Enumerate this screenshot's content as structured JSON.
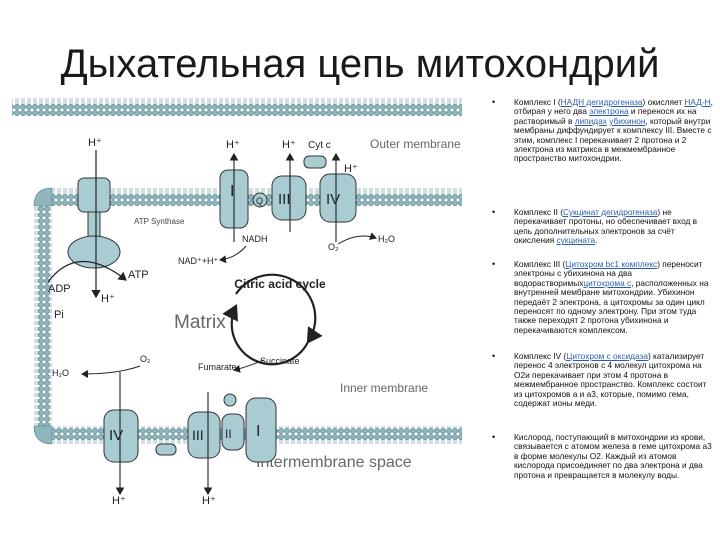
{
  "page": {
    "title": "Дыхательная цепь митохондрий"
  },
  "diagram": {
    "labels": {
      "outer_membrane": "Outer membrane",
      "inner_membrane": "Inner membrane",
      "matrix": "Matrix",
      "intermembrane_space": "Intermembrane space",
      "atp_synthase": "ATP Synthase",
      "atp": "ATP",
      "adp": "ADP",
      "pi": "Pi",
      "nadh": "NADH",
      "nad_h": "NAD⁺+H⁺",
      "h2o": "H₂O",
      "o2": "O₂",
      "cyt_c": "Cyt c",
      "q": "Q",
      "h_plus": "H⁺",
      "citric_acid_cycle": "Citric acid cycle",
      "fumarate": "Fumarate",
      "succinate": "Succinate"
    },
    "complexes": {
      "c1": "I",
      "c2": "II",
      "c3": "III",
      "c4": "IV"
    },
    "colors": {
      "membrane": "#8fb6bd",
      "membrane_dark": "#4a7f88",
      "complex": "#a8ccd1",
      "ink": "#222222"
    }
  },
  "bullets": [
    {
      "t1": "Комплекс I (",
      "l1": "НАДН дегидрогеназа",
      "t2": ") окисляет ",
      "l2": "НАД-Н",
      "t3": ", отбирая у него два ",
      "l3": "электрона",
      "t4": " и перенося их на растворимый в ",
      "l4": "липидах",
      "t5": " ",
      "l5": "убихинон",
      "t6": ", который внутри мембраны диффундирует к комплексу III. Вместе с этим, комплекс I перекачивает 2 протона и 2 электрона из матрикса в межмембранное пространство митохондрии."
    },
    {
      "t1": "Комплекс II (",
      "l1": "Сукцинат дегидрогеназа",
      "t2": ") не перекачивает протоны, но обеспечивает вход в цепь дополнительных электронов за счёт окисления ",
      "l2": "сукцината",
      "t3": "."
    },
    {
      "t1": "Комплекс III (",
      "l1": "Цитохром bc1 комплекс",
      "t2": ") переносит электроны с убихинона на два водорастворимых",
      "l2": "цитохрома c",
      "t3": ", расположенных на внутренней мембране митохондрии. Убихинон передаёт 2 электрона, а цитохромы за один цикл переносят по одному электрону. При этом туда также переходят 2 протона убихинона и перекачиваются комплексом."
    },
    {
      "t1": "Комплекс IV (",
      "l1": "Цитохром с оксидаза",
      "t2": ") катализирует перенос 4 электронов с 4 молекул цитохрома на O2и перекачивает при этом 4 протона в межмембранное пространство. Комплекс состоит из цитохромов a и a3, которые, помимо гема, содержат ионы меди."
    },
    {
      "t1": "Кислород, поступающий в митохондрии из крови, связывается с атомом железа в геме цитохрома a3 в форме молекулы O2. Каждый из атомов кислорода присоединяет по два электрона и два протона и превращается в молекулу воды."
    }
  ]
}
